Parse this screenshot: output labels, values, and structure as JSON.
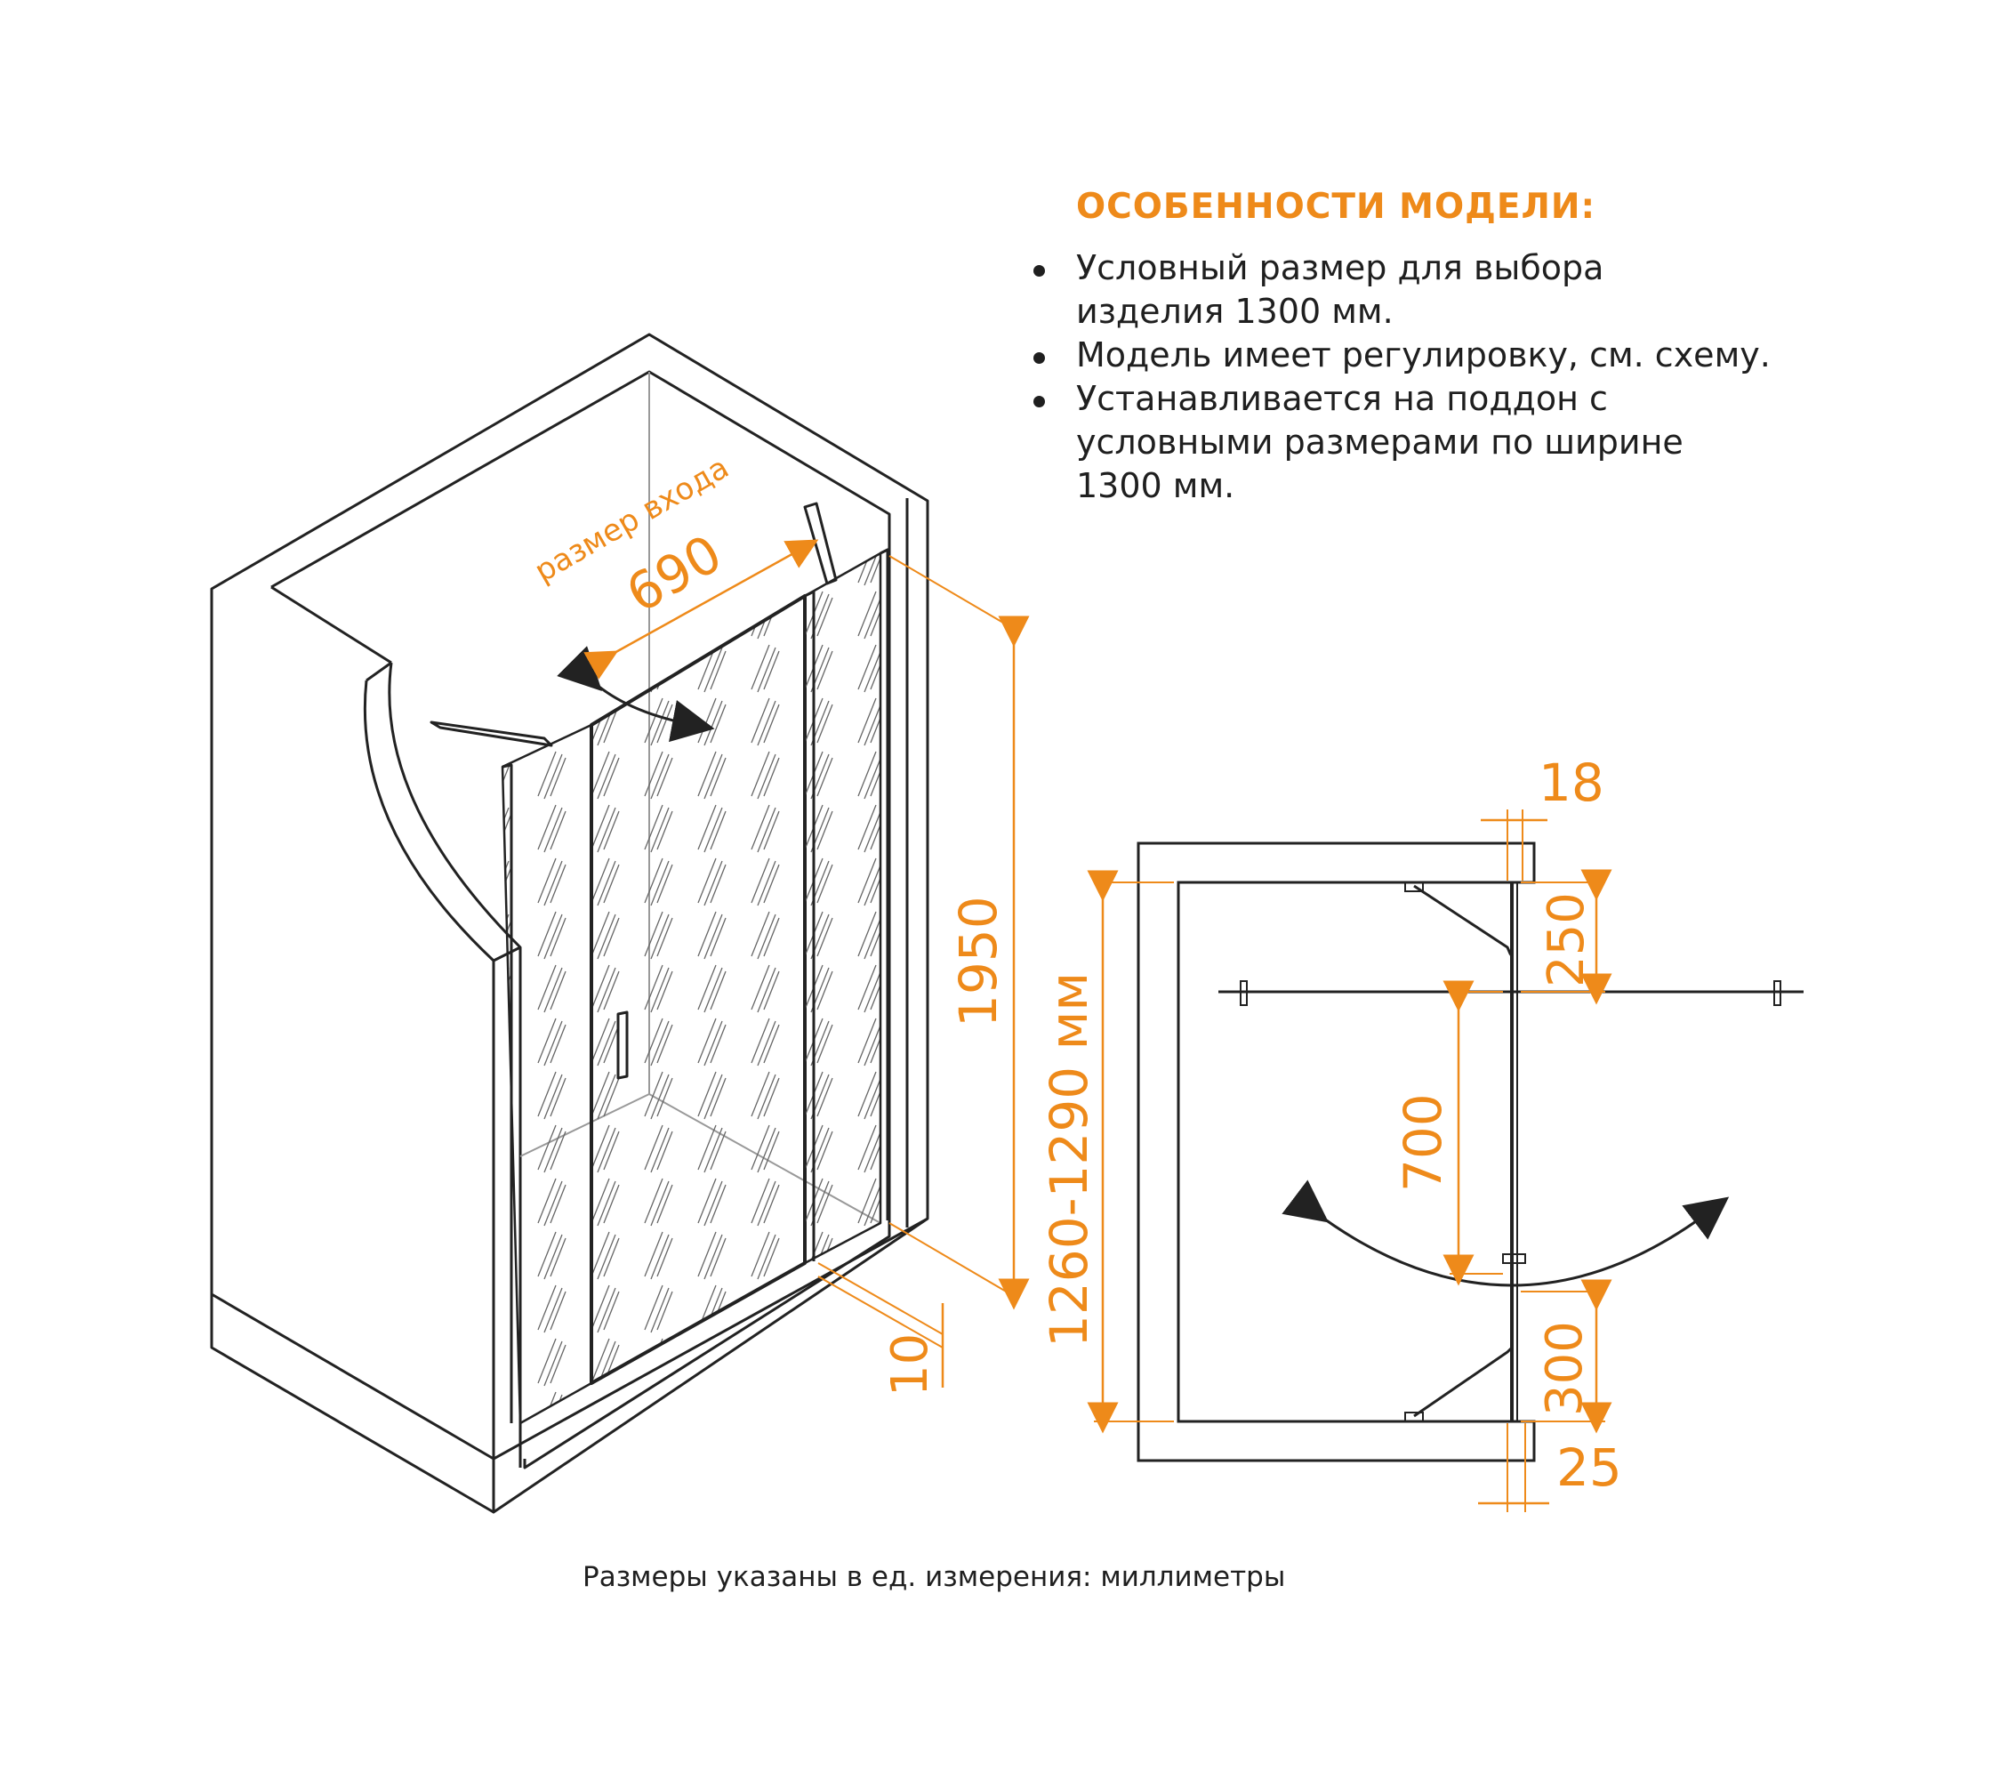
{
  "features": {
    "title": "ОСОБЕННОСТИ МОДЕЛИ:",
    "items": [
      "Условный размер для выбора изделия 1300 мм.",
      "Модель имеет регулировку, см. схему.",
      "Устанавливается на поддон с условными размерами по ширине 1300 мм."
    ]
  },
  "iso_view": {
    "entry_caption": "размер входа",
    "entry_width": "690",
    "height": "1950",
    "bottom_gap": "10"
  },
  "plan_view": {
    "wall_offset_top": "18",
    "bracket_top": "250",
    "door_span": "700",
    "bracket_bottom": "300",
    "wall_offset_bottom": "25",
    "range": "1260-1290 мм"
  },
  "footnote": "Размеры указаны в ед. измерения: миллиметры",
  "colors": {
    "accent": "#ee8a1a",
    "line": "#222222"
  }
}
